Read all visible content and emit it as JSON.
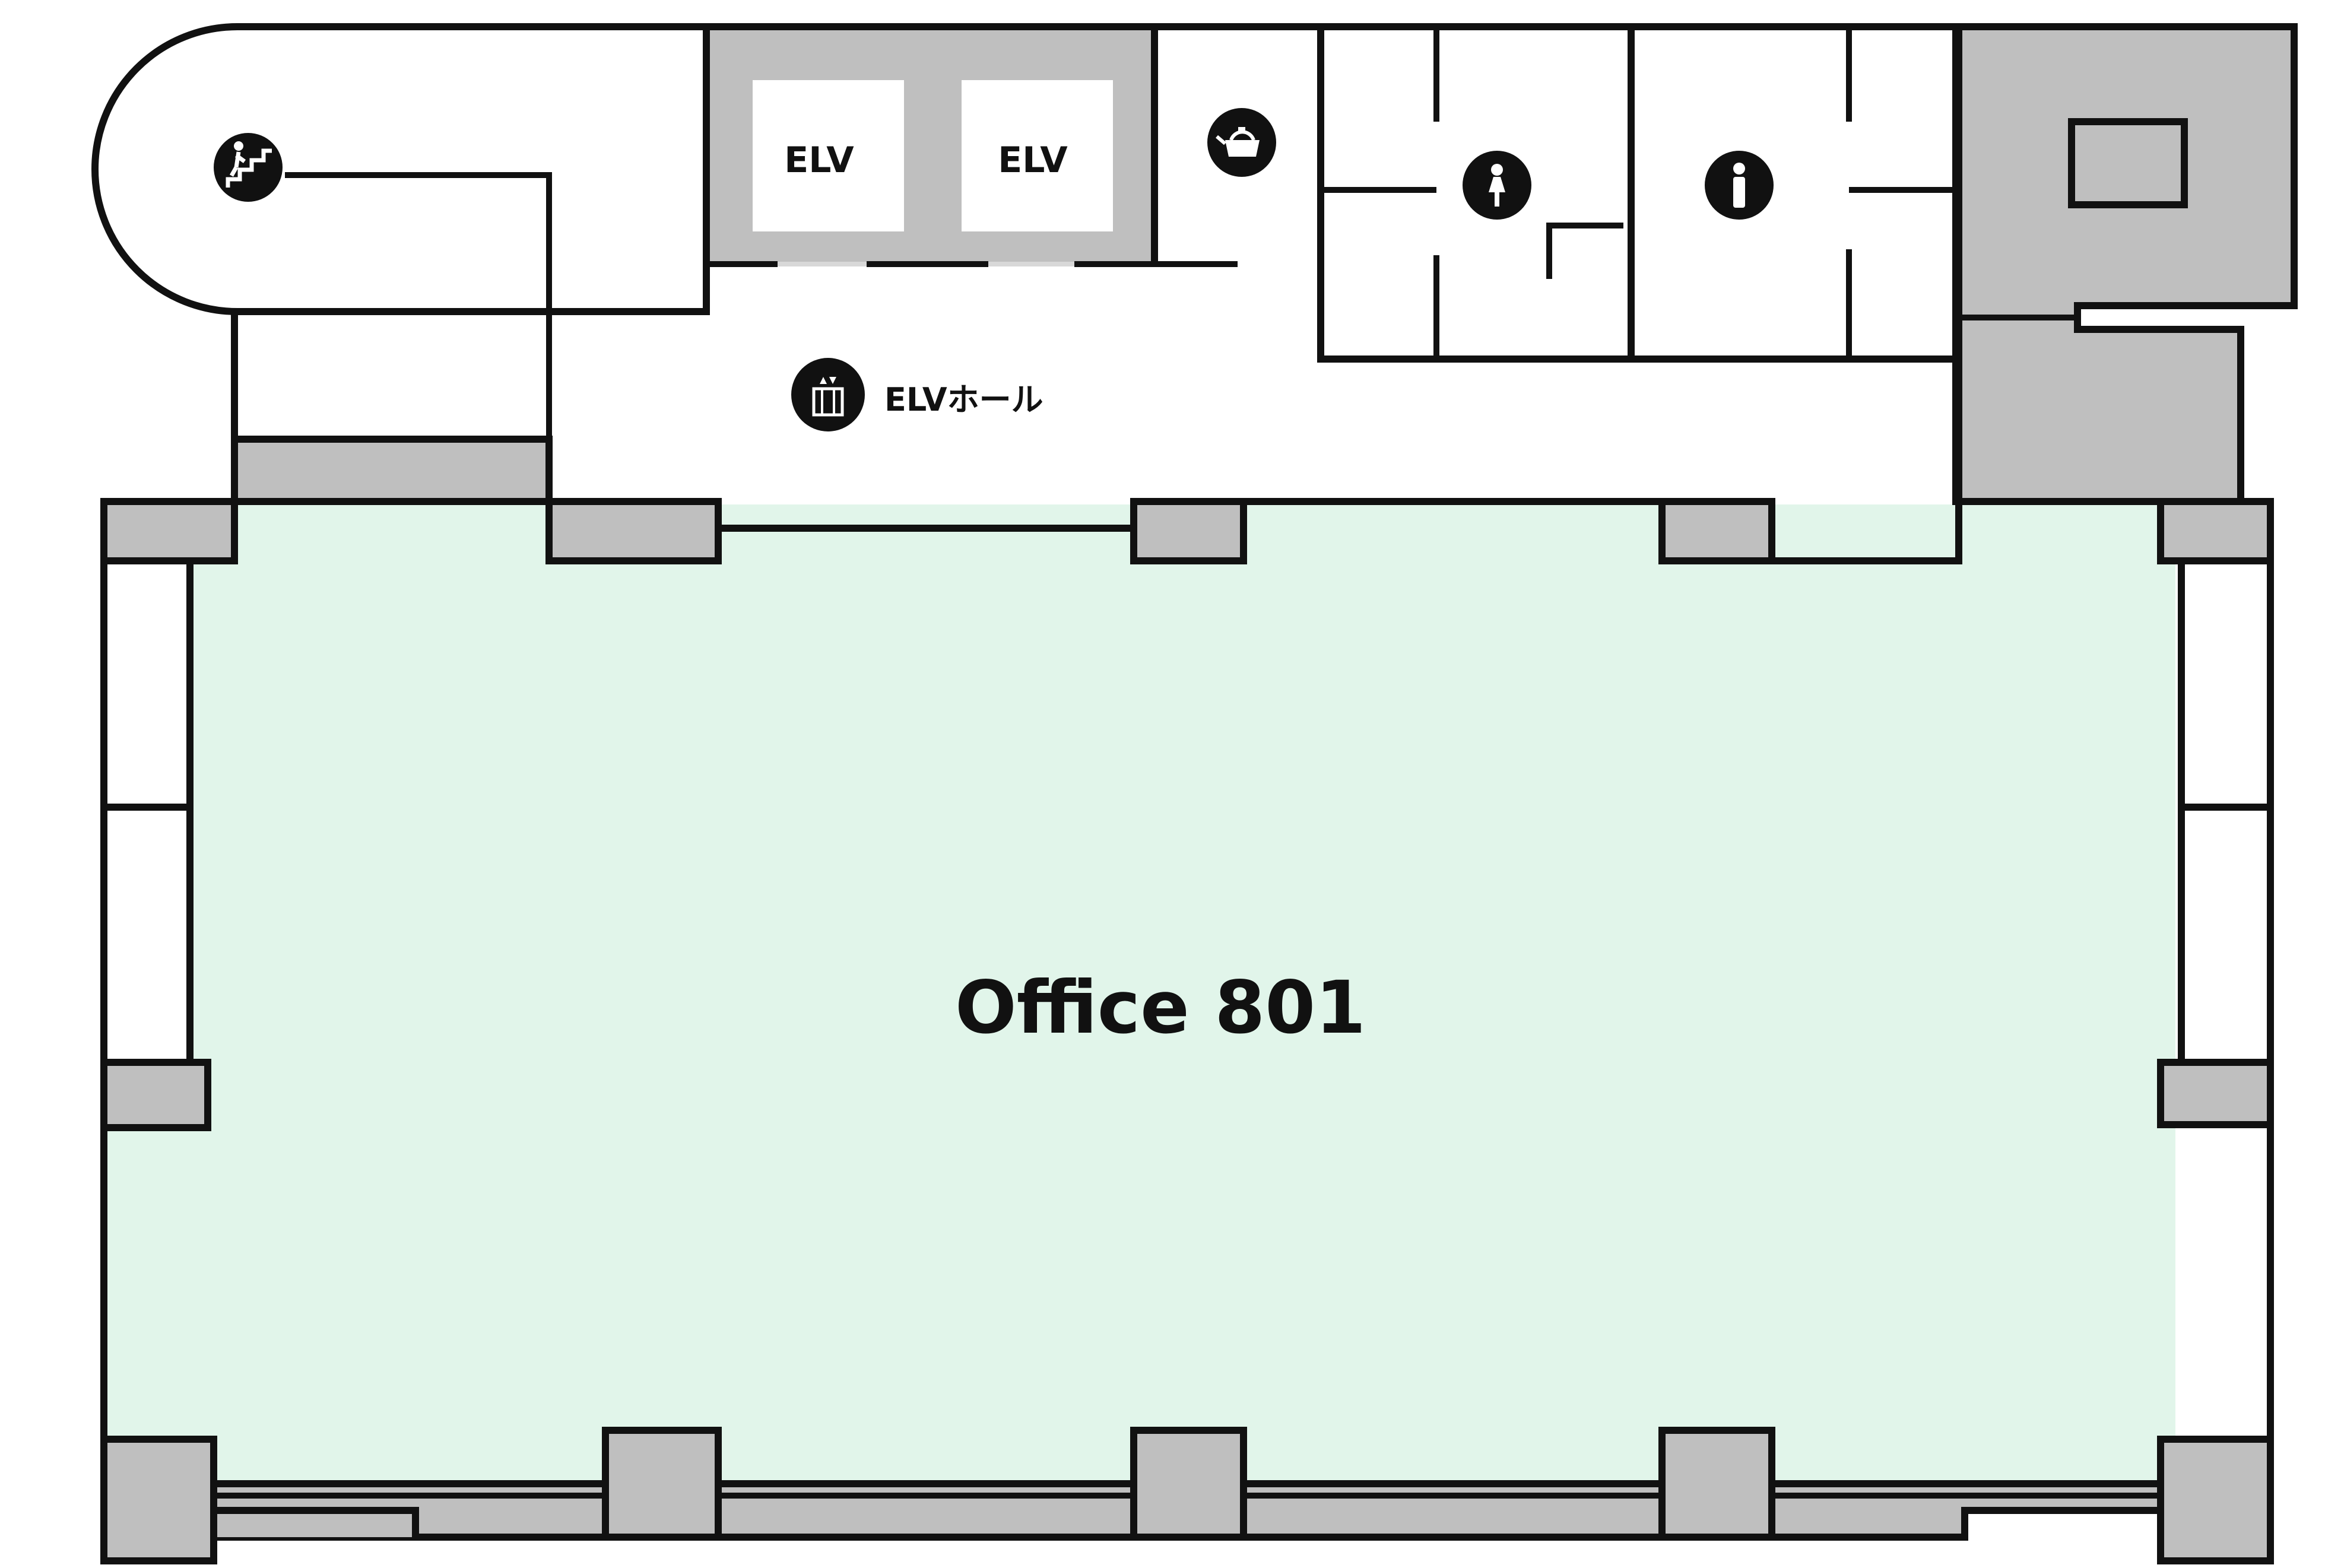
{
  "floor_plan": {
    "office": {
      "label": "Office 801",
      "fill_color": "#e1f5ea"
    },
    "elevators": [
      {
        "label": "ELV"
      },
      {
        "label": "ELV"
      }
    ],
    "elevator_hall": {
      "label": "ELVホール"
    },
    "icons": {
      "stairs": "stairs-icon",
      "kettle": "kettle-icon",
      "womens_restroom": "female-restroom-icon",
      "mens_restroom": "male-restroom-icon",
      "elevator": "elevator-icon"
    },
    "colors": {
      "wall": "#111111",
      "column": "#bfbfbf",
      "background": "#ffffff"
    }
  }
}
